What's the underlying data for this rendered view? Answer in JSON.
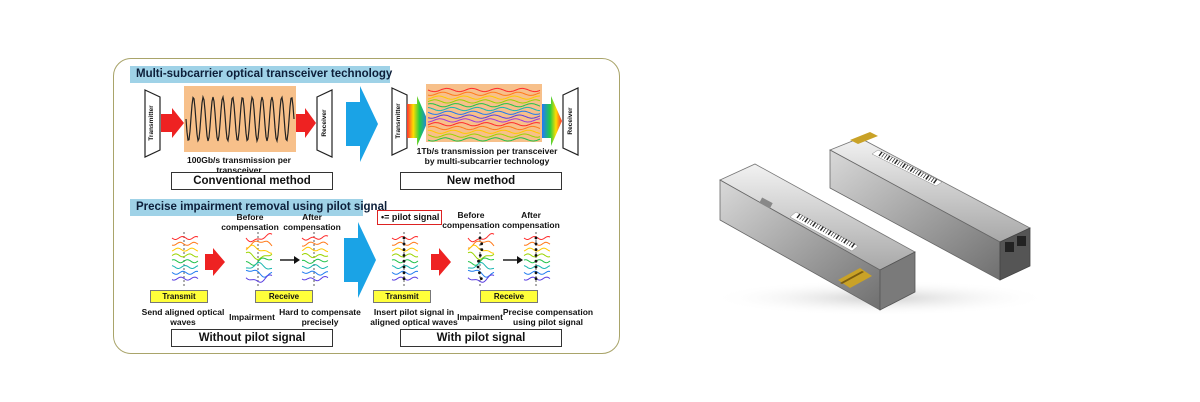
{
  "diagram": {
    "section1_title": "Multi-subcarrier optical transceiver technology",
    "section2_title": "Precise impairment removal using pilot signal",
    "transmitter": "Transmitter",
    "receiver": "Receiver",
    "conventional_caption": "100Gb/s transmission per transceiver",
    "new_caption": "1Tb/s transmission per transceiver by multi-subcarrier technology",
    "conventional_method": "Conventional method",
    "new_method": "New method",
    "before_compensation": "Before compensation",
    "after_compensation": "After compensation",
    "pilot_legend": "•= pilot signal",
    "transmit": "Transmit",
    "receive": "Receive",
    "send_aligned": "Send aligned optical waves",
    "impairment": "Impairment",
    "hard_to_compensate": "Hard to compensate precisely",
    "insert_pilot": "Insert pilot signal in aligned optical waves",
    "precise_compensation": "Precise compensation using pilot signal",
    "without_pilot": "Without pilot signal",
    "with_pilot": "With pilot signal"
  },
  "colors": {
    "header_bg": "#9fd2e7",
    "signal_box": "#f7c08a",
    "red_arrow": "#ee2222",
    "blue_arrow": "#1aa3e6",
    "tag_yellow": "#ffff3a",
    "border": "#a9a46a"
  },
  "photo": {
    "label": "sfp-transceiver-modules"
  }
}
